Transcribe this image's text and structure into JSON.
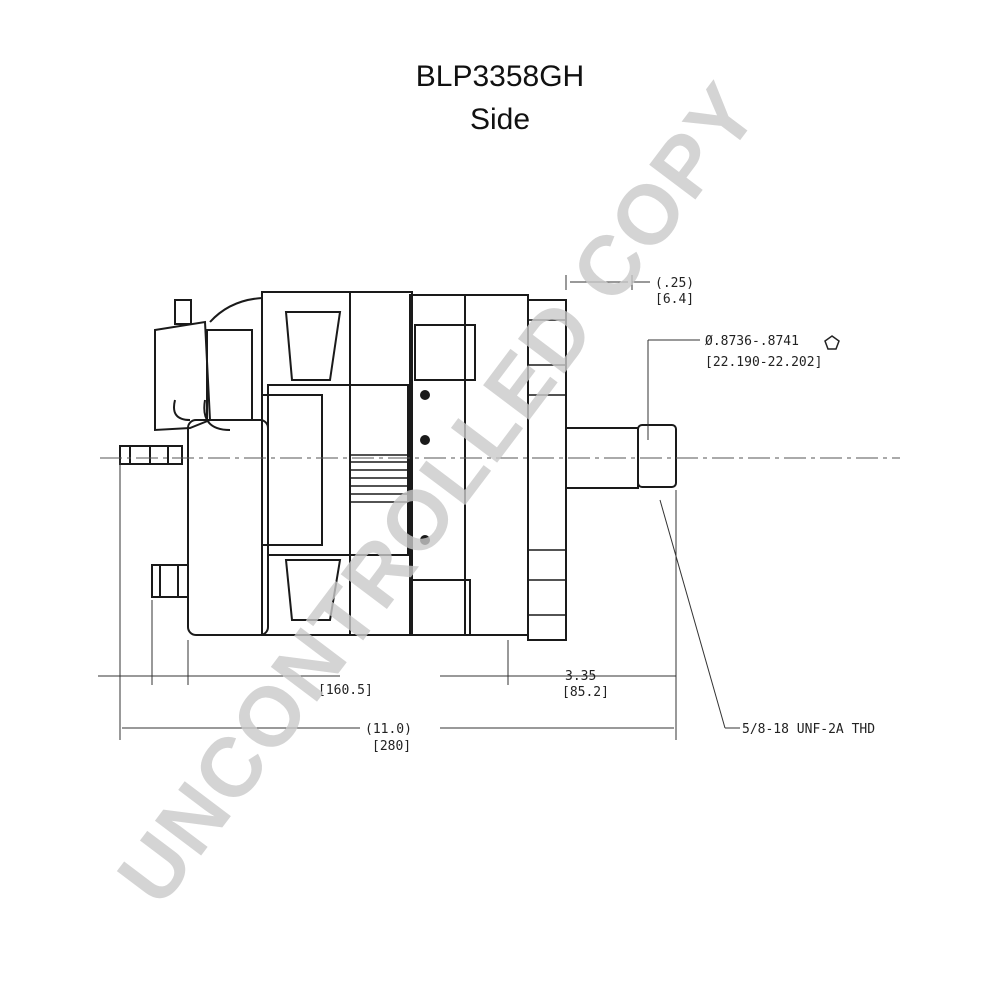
{
  "title": "BLP3358GH",
  "view": "Side",
  "watermark": "UNCONTROLLED COPY",
  "dimensions": {
    "top_offset_in": "(.25)",
    "top_offset_mm": "[6.4]",
    "shaft_dia_in": "Ø.8736-.8741",
    "shaft_dia_mm": "[22.190-22.202]",
    "body_mm": "[160.5]",
    "shaft_len_in": "3.35",
    "shaft_len_mm": "[85.2]",
    "overall_in": "(11.0)",
    "overall_mm": "[280]",
    "thread": "5/8-18 UNF-2A THD"
  },
  "colors": {
    "line": "#1a1a1a",
    "watermark": "#c9c9c9"
  }
}
